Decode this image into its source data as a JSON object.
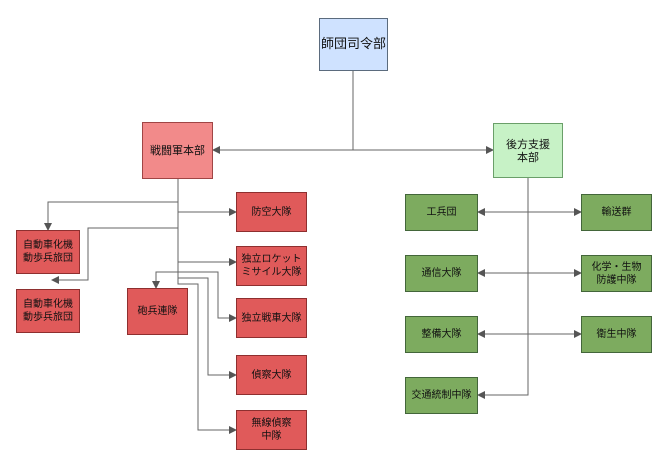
{
  "nodes": {
    "hq": {
      "label": "師団司令部",
      "color": "#cfe2ff"
    },
    "combat": {
      "label": "戦闘軍本部",
      "color": "#f28a8a"
    },
    "support": {
      "label": "後方支援\n本部",
      "color": "#c7f2c6"
    },
    "mech_inf_1": {
      "label": "自動車化機\n動歩兵旅団",
      "color": "#e05a5a"
    },
    "mech_inf_2": {
      "label": "自動車化機\n動歩兵旅団",
      "color": "#e05a5a"
    },
    "artillery": {
      "label": "砲兵連隊",
      "color": "#e05a5a"
    },
    "air_def": {
      "label": "防空大隊",
      "color": "#e05a5a"
    },
    "missile": {
      "label": "独立ロケット\nミサイル大隊",
      "color": "#e05a5a"
    },
    "tank": {
      "label": "独立戦車大隊",
      "color": "#e05a5a"
    },
    "recon": {
      "label": "偵察大隊",
      "color": "#e05a5a"
    },
    "radio_recon": {
      "label": "無線偵察\n中隊",
      "color": "#e05a5a"
    },
    "engineer": {
      "label": "工兵団",
      "color": "#7dab5f"
    },
    "signal": {
      "label": "通信大隊",
      "color": "#7dab5f"
    },
    "maint": {
      "label": "整備大隊",
      "color": "#7dab5f"
    },
    "traffic": {
      "label": "交通統制中隊",
      "color": "#7dab5f"
    },
    "transport": {
      "label": "輸送群",
      "color": "#7dab5f"
    },
    "cbrn": {
      "label": "化学・生物\n防護中隊",
      "color": "#7dab5f"
    },
    "medical": {
      "label": "衛生中隊",
      "color": "#7dab5f"
    }
  }
}
